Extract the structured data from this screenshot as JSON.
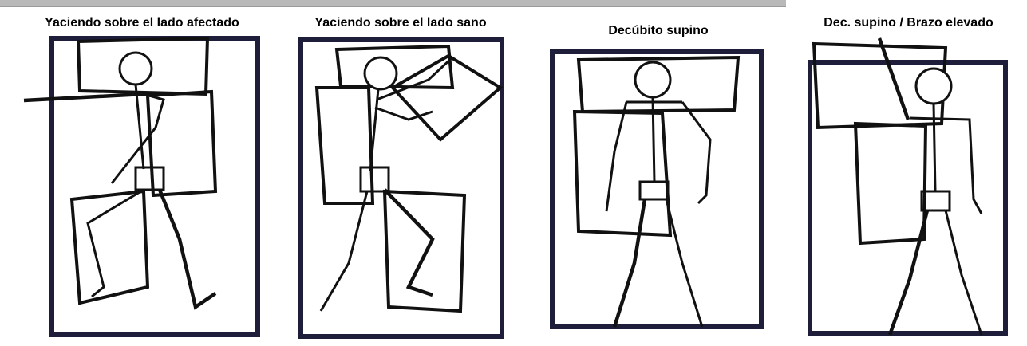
{
  "panels": [
    {
      "title": "Yaciendo sobre el lado afectado"
    },
    {
      "title": "Yaciendo sobre el lado sano"
    },
    {
      "title": "Decúbito supino"
    },
    {
      "title": "Dec. supino / Brazo elevado"
    }
  ],
  "colors": {
    "ink": "#111111",
    "bed": "#1e1e3a",
    "header": "#b9b9b9"
  }
}
